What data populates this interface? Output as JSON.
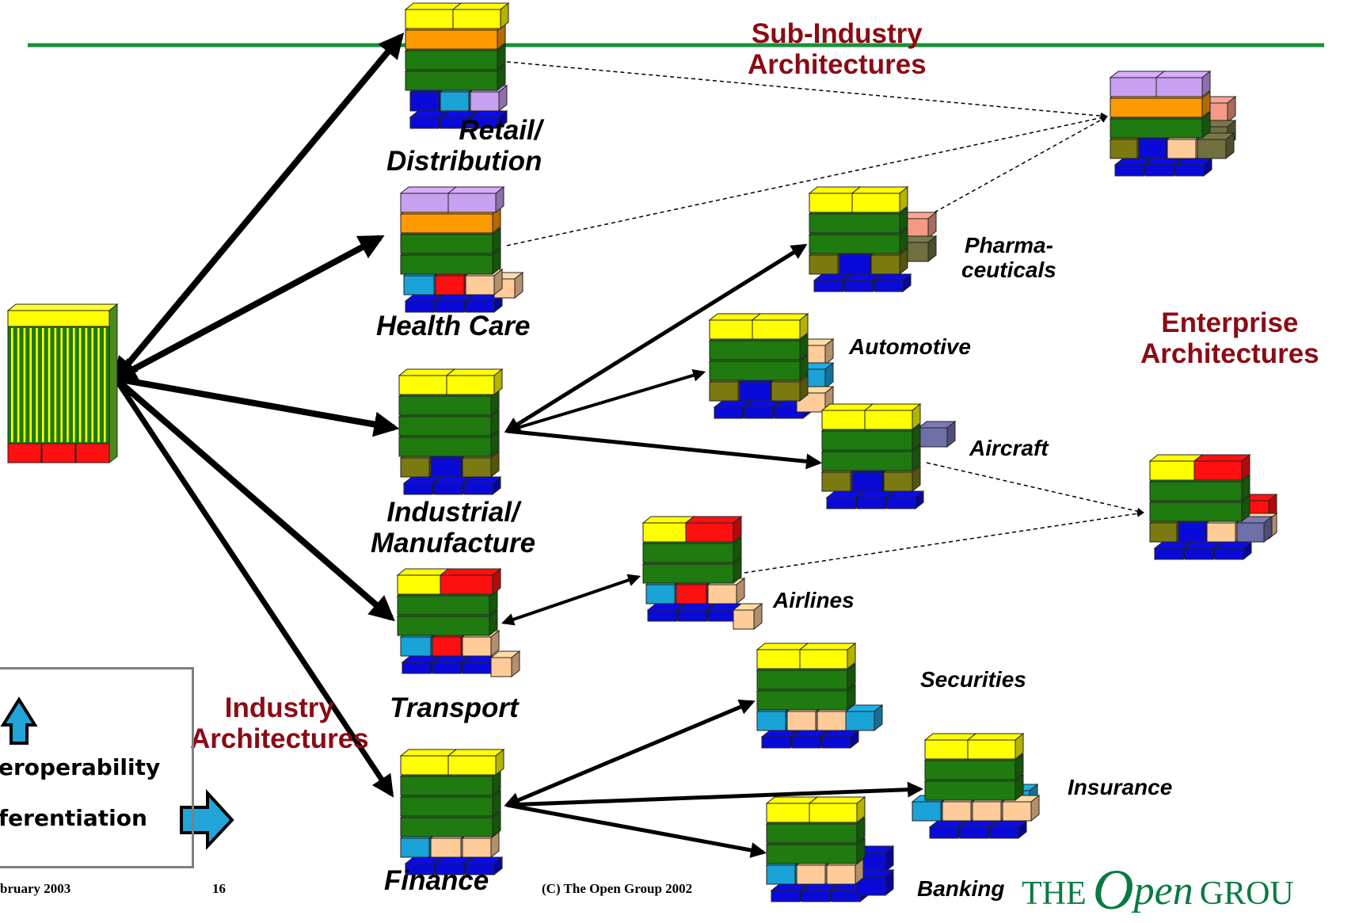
{
  "headings": {
    "sub_industry": "Sub-Industry\nArchitectures",
    "enterprise": "Enterprise\nArchitectures",
    "industry": "Industry\nArchitectures"
  },
  "industries": {
    "retail": "Retail/\nDistribution",
    "health": "Health Care",
    "industrial": "Industrial/\nManufacture",
    "transport": "Transport",
    "finance": "Finance"
  },
  "sub_industries": {
    "pharma": "Pharma-\nceuticals",
    "automotive": "Automotive",
    "aircraft": "Aircraft",
    "airlines": "Airlines",
    "securities": "Securities",
    "insurance": "Insurance",
    "banking": "Banking"
  },
  "legend": {
    "interoperability": "eroperability",
    "differentiation": "ferentiation"
  },
  "footer": {
    "date": "bruary 2003",
    "page": "16",
    "copyright": "(C) The Open Group 2002"
  },
  "logo": {
    "the": "THE",
    "open_o": "O",
    "open_rest": "pen",
    "group": "GROU"
  },
  "colors": {
    "green_line": "#1a8f3c",
    "yellow": "#ffff00",
    "orange": "#ff9900",
    "green": "#1f7a10",
    "blue": "#0a0ad8",
    "cyan": "#1aa3d6",
    "lilac": "#c8a0f0",
    "red": "#ff1010",
    "peach": "#ffcc99",
    "salmon": "#f49a86",
    "olive": "#7a7a10",
    "slate": "#7070a8",
    "khaki": "#707040",
    "title_red": "#8b0a14",
    "arrow_cyan": "#22a4d8"
  }
}
